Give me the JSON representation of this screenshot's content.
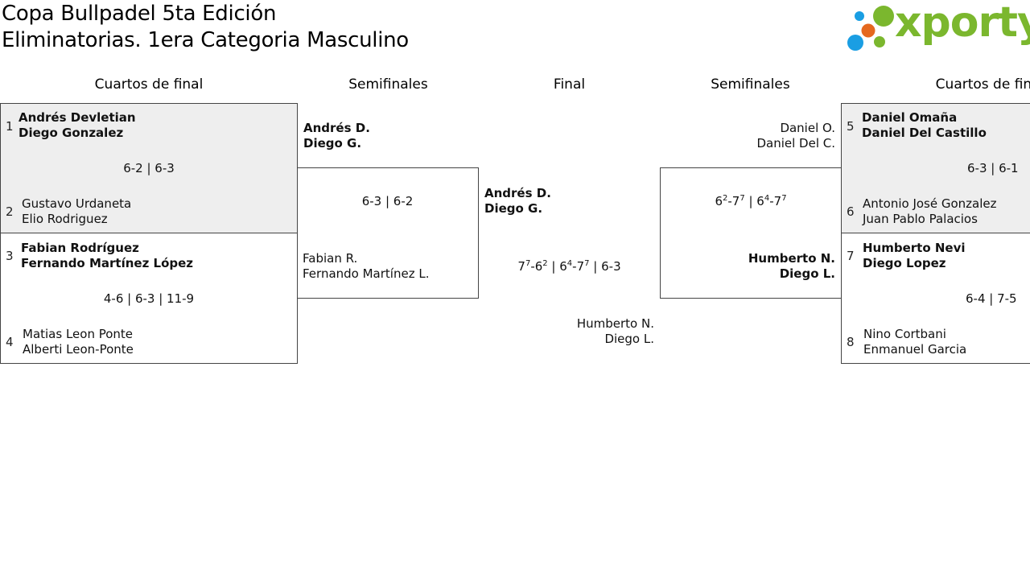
{
  "titles": [
    "Copa Bullpadel 5ta Edición",
    "Eliminatorias. 1era Categoria Masculino"
  ],
  "logo": {
    "text": "xporty",
    "colors": {
      "green": "#7bb72e",
      "blue": "#1a9ee3",
      "orange": "#e5681e"
    }
  },
  "headers": [
    "Cuartos de final",
    "Semifinales",
    "Final",
    "Semifinales",
    "Cuartos de final"
  ],
  "quarterfinals": [
    {
      "score": "6-2 | 6-3",
      "top": {
        "seed": "1",
        "p1": "Andrés Devletian",
        "p2": "Diego Gonzalez"
      },
      "bottom": {
        "seed": "2",
        "p1": "Gustavo Urdaneta",
        "p2": "Elio Rodriguez"
      }
    },
    {
      "score": "4-6 | 6-3 | 11-9",
      "top": {
        "seed": "3",
        "p1": "Fabian Rodríguez",
        "p2": "Fernando Martínez López"
      },
      "bottom": {
        "seed": "4",
        "p1": "Matias Leon Ponte",
        "p2": "Alberti Leon-Ponte"
      }
    },
    {
      "score": "6-3 | 6-1",
      "top": {
        "seed": "5",
        "p1": "Daniel Omaña",
        "p2": "Daniel Del Castillo"
      },
      "bottom": {
        "seed": "6",
        "p1": "Antonio José Gonzalez",
        "p2": "Juan Pablo Palacios"
      }
    },
    {
      "score": "6-4 | 7-5",
      "top": {
        "seed": "7",
        "p1": "Humberto Nevi",
        "p2": "Diego Lopez"
      },
      "bottom": {
        "seed": "8",
        "p1": "Nino Cortbani",
        "p2": "Enmanuel Garcia"
      }
    }
  ],
  "semifinal_left": {
    "score": "6-3 | 6-2",
    "top": {
      "p1": "Andrés D.",
      "p2": "Diego G."
    },
    "bottom": {
      "p1": "Fabian R.",
      "p2": "Fernando Martínez L."
    }
  },
  "semifinal_right": {
    "score": {
      "s1a": "6",
      "s1a_tb": "2",
      "s1b": "-7",
      "s1b_tb": "7",
      "sep": " | ",
      "s2a": "6",
      "s2a_tb": "4",
      "s2b": "-7",
      "s2b_tb": "7"
    },
    "top": {
      "p1": "Daniel O.",
      "p2": "Daniel Del C."
    },
    "bottom": {
      "p1": "Humberto N.",
      "p2": "Diego L."
    }
  },
  "final": {
    "score": {
      "s1a": "7",
      "s1a_tb": "7",
      "s1b": "-6",
      "s1b_tb": "2",
      "sep1": " | ",
      "s2a": "6",
      "s2a_tb": "4",
      "s2b": "-7",
      "s2b_tb": "7",
      "sep2": " | ",
      "s3": "6-3"
    },
    "top": {
      "p1": "Andrés D.",
      "p2": "Diego G."
    },
    "bottom": {
      "p1": "Humberto N.",
      "p2": "Diego L."
    }
  }
}
